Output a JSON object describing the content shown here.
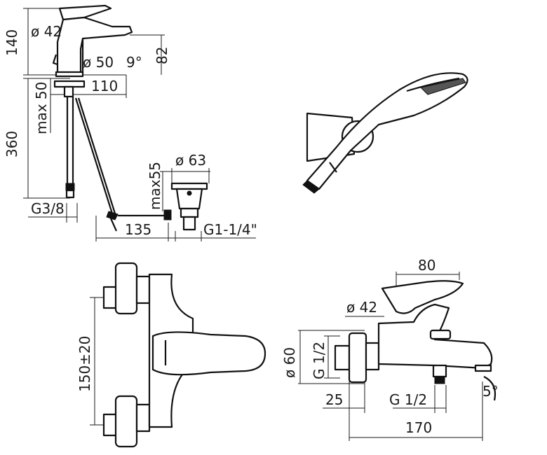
{
  "drawing": {
    "basin_mixer": {
      "dim_height_total": "140",
      "dim_spout_diameter": "ø 42",
      "dim_body_diameter": "ø 50",
      "dim_spout_angle": "9°",
      "dim_spout_height": "82",
      "dim_reach": "110",
      "dim_max_deck": "max 50",
      "dim_hose_length": "360",
      "dim_connection": "G3/8",
      "dim_waste_offset": "135",
      "dim_waste_thread": "G1-1/4\"",
      "dim_waste_max": "max55",
      "dim_waste_diameter": "ø 63"
    },
    "bath_mixer": {
      "dim_width": "80",
      "dim_outlet_diameter": "ø 42",
      "dim_escutcheon_diameter": "ø 60",
      "dim_inlet_thread": "G 1/2",
      "dim_wall_offset": "25",
      "dim_shower_thread": "G 1/2",
      "dim_spout_angle": "5°",
      "dim_total_length": "170"
    },
    "wall_mixer_front": {
      "dim_centres": "150±20"
    }
  }
}
